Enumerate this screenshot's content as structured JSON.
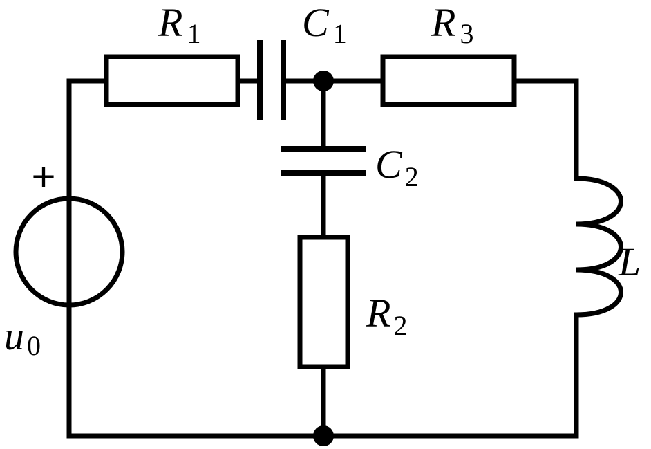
{
  "colors": {
    "ink": "#000000",
    "background": "#ffffff"
  },
  "components": {
    "R1": {
      "symbol": "R",
      "subscript": "1"
    },
    "C1": {
      "symbol": "C",
      "subscript": "1"
    },
    "R3": {
      "symbol": "R",
      "subscript": "3"
    },
    "C2": {
      "symbol": "C",
      "subscript": "2"
    },
    "R2": {
      "symbol": "R",
      "subscript": "2"
    },
    "L": {
      "symbol": "L"
    },
    "u0": {
      "symbol": "u",
      "subscript": "0",
      "polarity": "+"
    }
  }
}
